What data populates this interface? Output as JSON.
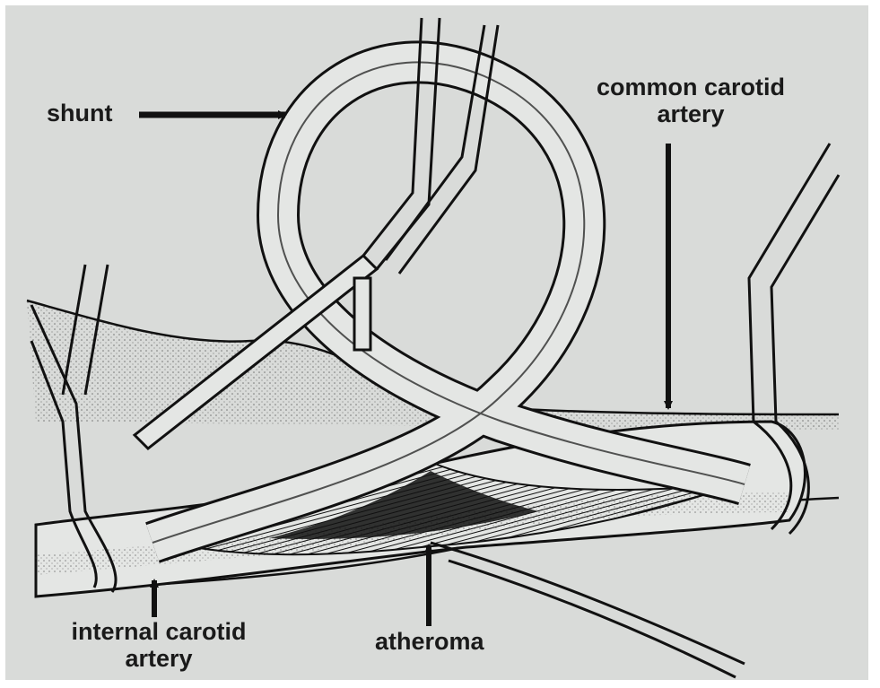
{
  "diagram": {
    "labels": {
      "shunt": "shunt",
      "common_carotid": "common carotid artery",
      "internal_carotid": "internal carotid artery",
      "atheroma": "atheroma"
    },
    "colors": {
      "background": "#ffffff",
      "panel": "#d9dbd9",
      "ink": "#111111",
      "vessel": "#e4e6e4"
    }
  }
}
